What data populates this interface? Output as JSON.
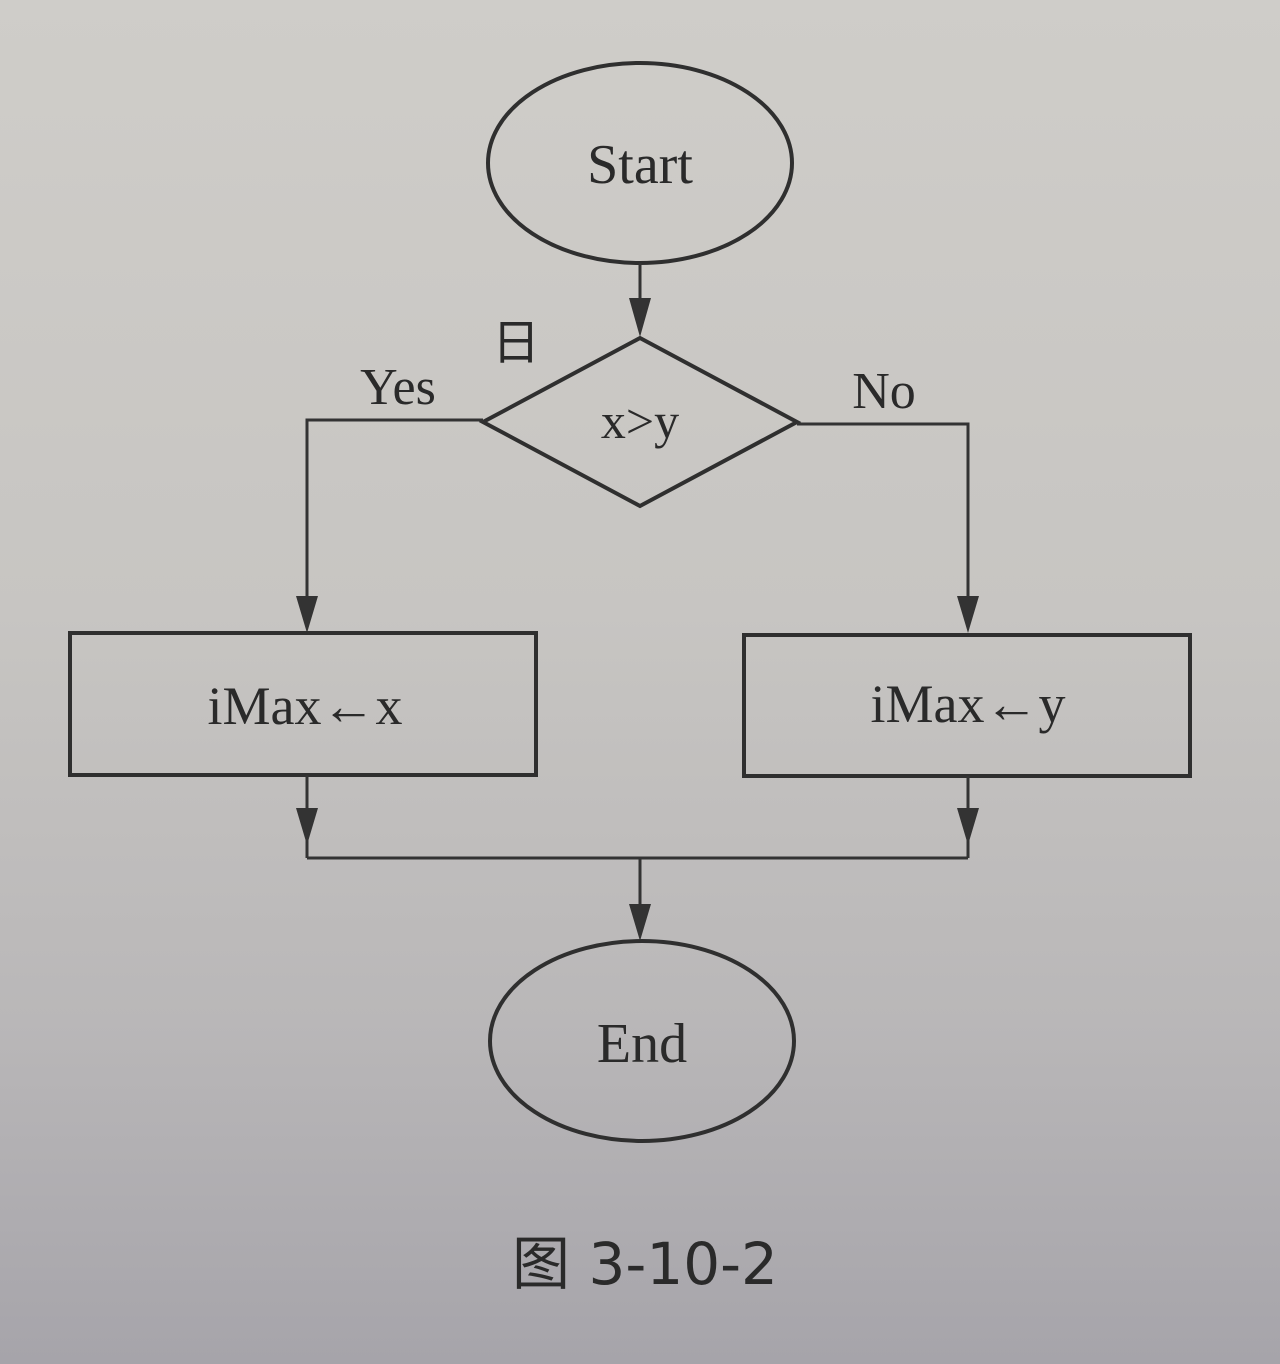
{
  "flowchart": {
    "start": "Start",
    "decision": "x>y",
    "yes_label": "Yes",
    "no_label": "No",
    "process_yes": "iMax←x",
    "process_no": "iMax←y",
    "end": "End"
  },
  "caption": "图 3-10-2",
  "marker_glyph": "日",
  "colors": {
    "ink": "#2f2f2f",
    "paper": "#cfcdc9"
  }
}
